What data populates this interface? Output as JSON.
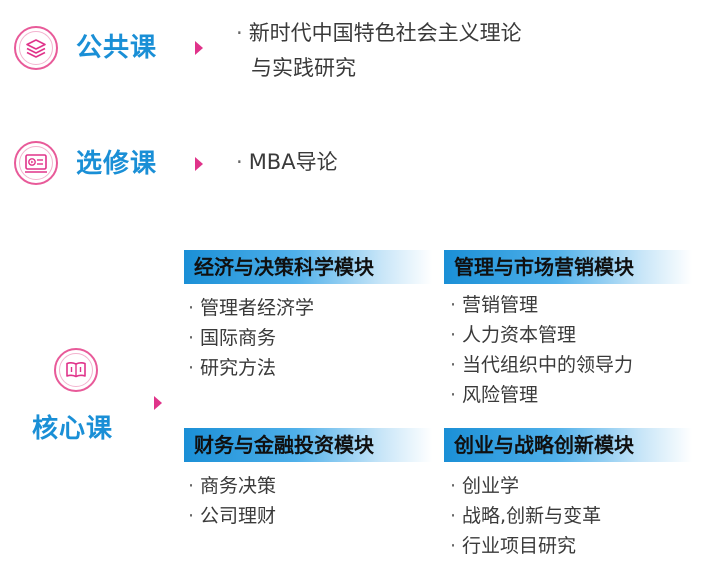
{
  "courses": {
    "public": {
      "label": "公共课",
      "items": [
        "新时代中国特色社会主义理论",
        "与实践研究"
      ]
    },
    "elective": {
      "label": "选修课",
      "items": [
        "MBA导论"
      ]
    },
    "core": {
      "label": "核心课",
      "modules": [
        {
          "title": "经济与决策科学模块",
          "items": [
            "管理者经济学",
            "国际商务",
            "研究方法"
          ]
        },
        {
          "title": "管理与市场营销模块",
          "items": [
            "营销管理",
            "人力资本管理",
            "当代组织中的领导力",
            "风险管理"
          ]
        },
        {
          "title": "财务与金融投资模块",
          "items": [
            "商务决策",
            "公司理财"
          ]
        },
        {
          "title": "创业与战略创新模块",
          "items": [
            "创业学",
            "战略,创新与变革",
            "行业项目研究"
          ]
        }
      ]
    }
  },
  "icons": {
    "public": "layers-icon",
    "elective": "video-player-icon",
    "core": "open-book-icon"
  },
  "colors": {
    "accent_blue": "#1a8fd6",
    "accent_pink": "#e0338a"
  }
}
